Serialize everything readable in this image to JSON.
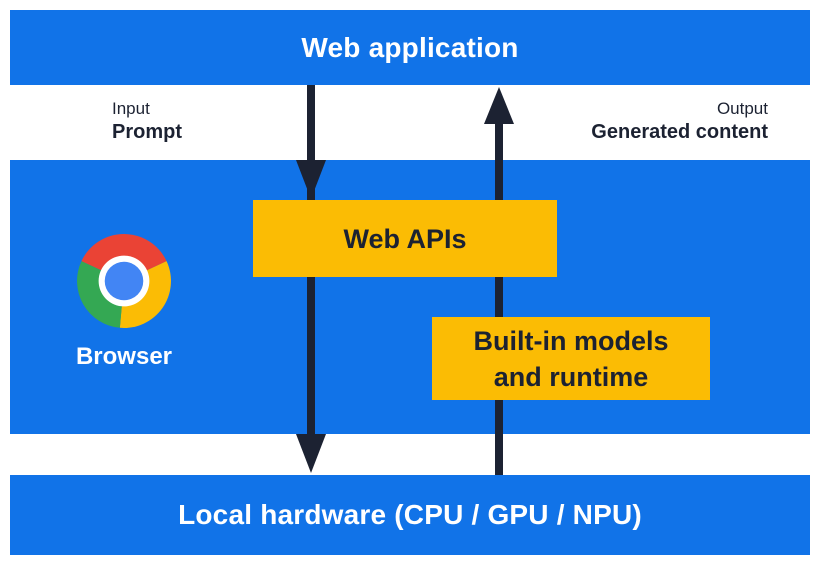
{
  "colors": {
    "blue": "#1173E8",
    "yellow": "#FBBC04",
    "dark": "#1C2232",
    "chrome_red": "#EA4335",
    "chrome_green": "#34A853",
    "chrome_yellow": "#FBBC05",
    "chrome_blue": "#4285F4"
  },
  "layers": {
    "web_application": {
      "label": "Web application"
    },
    "browser": {
      "label": "Browser",
      "logo_icon": "chrome-logo",
      "web_apis": {
        "label": "Web APIs"
      },
      "builtin_models": {
        "line1": "Built-in models",
        "line2": "and runtime"
      }
    },
    "local_hardware": {
      "label": "Local hardware (CPU / GPU / NPU)"
    }
  },
  "flows": {
    "input": {
      "title": "Input",
      "value": "Prompt",
      "direction": "down"
    },
    "output": {
      "title": "Output",
      "value": "Generated content",
      "direction": "up"
    }
  }
}
